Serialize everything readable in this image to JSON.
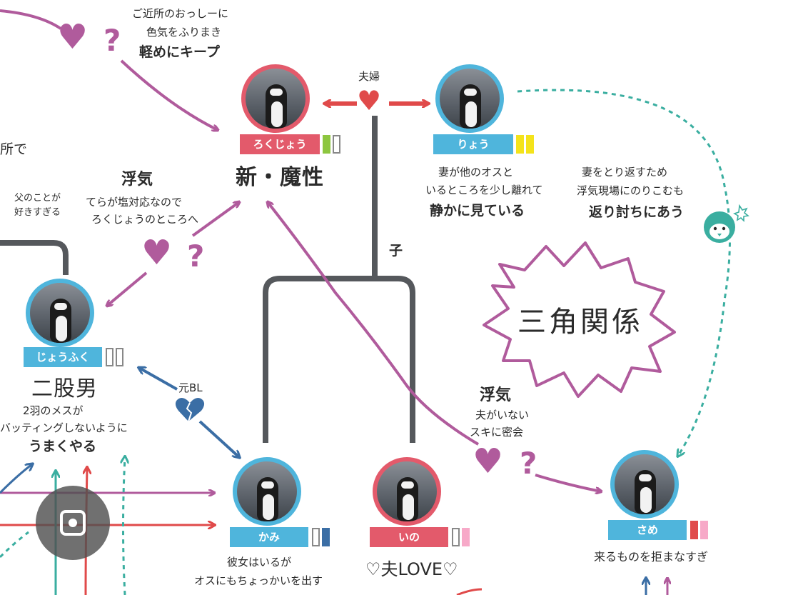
{
  "colors": {
    "purple": "#b05b9c",
    "red": "#e04a4a",
    "teal": "#3aaea0",
    "navy": "#3b6ea5",
    "gray": "#55585c",
    "pink_name": "#e35a6b",
    "blue_name": "#4fb5dc"
  },
  "labels": {
    "top_note_1": "ご近所のおっしーに",
    "top_note_2": "色気をふりまき",
    "top_note_3": "軽めにキープ",
    "couple": "夫婦",
    "child": "子",
    "left_frag": "所で",
    "left_note_1": "父のことが",
    "left_note_2": "好きすぎる",
    "uwaki_title": "浮気",
    "uwaki_note_1": "てらが塩対応なので",
    "uwaki_note_2": "ろくじょうのところへ",
    "former_bl": "元BL",
    "uwaki2_title": "浮気",
    "uwaki2_note_1": "夫がいない",
    "uwaki2_note_2": "スキに密会",
    "triangle": "三角関係",
    "revenge_1": "妻をとり返すため",
    "revenge_2": "浮気現場にのりこむも",
    "revenge_3": "返り討ちにあう"
  },
  "people": {
    "rokujo": {
      "name": "ろくじょう",
      "desc": "新・魔性",
      "chips": [
        "#8dc63f",
        "#ffffff"
      ]
    },
    "ryo": {
      "name": "りょう",
      "desc_1": "妻が他のオスと",
      "desc_2": "いるところを少し離れて",
      "desc_3": "静かに見ている",
      "chips": [
        "#f4e31b",
        "#f4e31b"
      ]
    },
    "joufuku": {
      "name": "じょうふく",
      "desc": "二股男",
      "desc_1": "2羽のメスが",
      "desc_2": "バッティングしないように",
      "desc_3": "うまくやる",
      "chips": [
        "#ffffff",
        "#ffffff"
      ]
    },
    "kami": {
      "name": "かみ",
      "desc_1": "彼女はいるが",
      "desc_2": "オスにもちょっかいを出す",
      "chips": [
        "#ffffff",
        "#3b6ea5"
      ]
    },
    "ino": {
      "name": "いの",
      "desc": "♡夫LOVE♡",
      "chips": [
        "#ffffff",
        "#f7a9c8"
      ]
    },
    "same": {
      "name": "さめ",
      "desc": "来るものを拒まなすぎ",
      "chips": [
        "#e04a4a",
        "#f7a9c8"
      ]
    }
  },
  "icons": {
    "heart": "♥",
    "question": "?",
    "broken_heart": "broken-heart-icon",
    "penguin_face": "penguin-face-icon",
    "lens": "google-lens-icon"
  }
}
